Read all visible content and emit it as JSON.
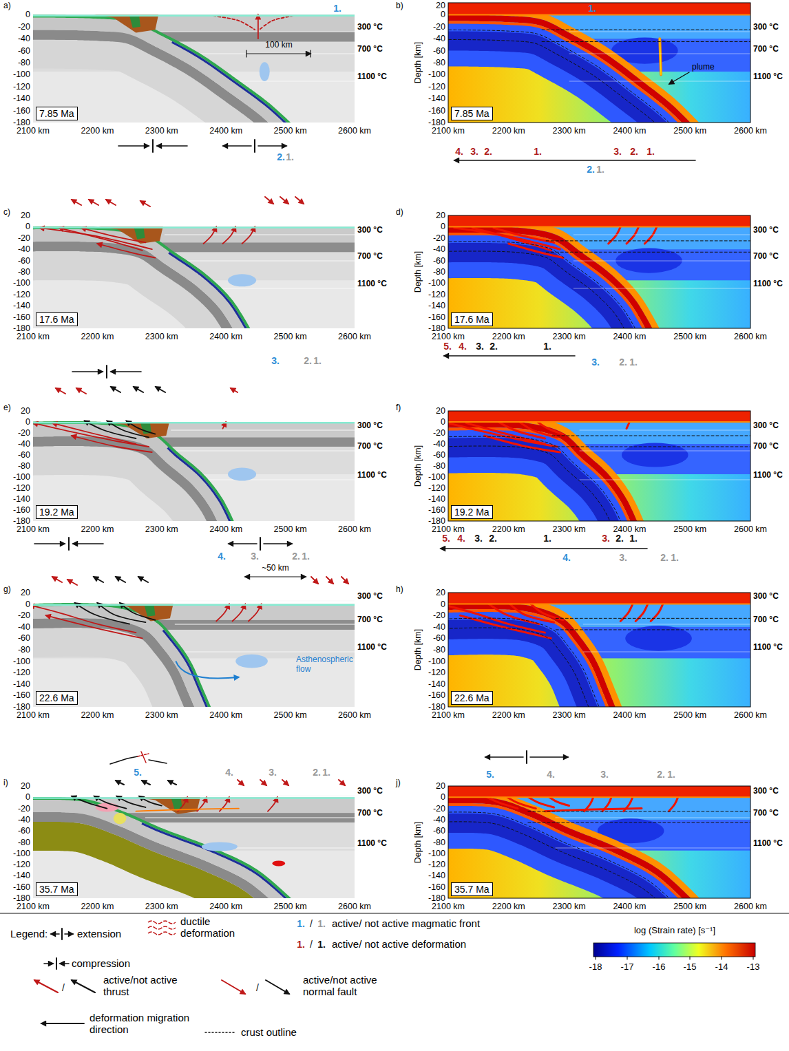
{
  "diagram": {
    "labels": [
      "a)",
      "0",
      "-20",
      "-40",
      "-60",
      "-80",
      "-100",
      "-120",
      "-140",
      "-160",
      "-180",
      "2100 km",
      "2200 km",
      "2300 km",
      "2400 km",
      "2500 km",
      "2600 km",
      "300 °C",
      "700 °C",
      "1100 °C",
      "7.85 Ma",
      "1.",
      "100 km",
      "b)",
      "20",
      "0",
      "-20",
      "-40",
      "-60",
      "-80",
      "-100",
      "-120",
      "-140",
      "-160",
      "-180",
      "Depth [km]",
      "2100 km",
      "2200 km",
      "2300 km",
      "2400 km",
      "2500 km",
      "2600 km",
      "300 °C",
      "700 °C",
      "1100 °C",
      "7.85 Ma",
      "1.",
      "plume",
      "c)",
      "20",
      "0",
      "-20",
      "-40",
      "-60",
      "-80",
      "-100",
      "-120",
      "-140",
      "-160",
      "-180",
      "2100 km",
      "2200 km",
      "2300 km",
      "2400 km",
      "2500 km",
      "2600 km",
      "300 °C",
      "700 °C",
      "1100 °C",
      "17.6 Ma",
      "d)",
      "20",
      "0",
      "-20",
      "-40",
      "-60",
      "-80",
      "-100",
      "-120",
      "-140",
      "-160",
      "-180",
      "Depth [km]",
      "2100 km",
      "2200 km",
      "2300 km",
      "2400 km",
      "2500 km",
      "2600 km",
      "300 °C",
      "700 °C",
      "1100 °C",
      "17.6 Ma",
      "e)",
      "20",
      "0",
      "-20",
      "-40",
      "-60",
      "-80",
      "-100",
      "-120",
      "-140",
      "-160",
      "-180",
      "2100 km",
      "2200 km",
      "2300 km",
      "2400 km",
      "2500 km",
      "2600 km",
      "300 °C",
      "700 °C",
      "1100 °C",
      "19.2 Ma",
      "f)",
      "20",
      "0",
      "-20",
      "-40",
      "-60",
      "-80",
      "-100",
      "-120",
      "-140",
      "-160",
      "-180",
      "Depth [km]",
      "2100 km",
      "2200 km",
      "2300 km",
      "2400 km",
      "2500 km",
      "2600 km",
      "300 °C",
      "700 °C",
      "1100 °C",
      "19.2 Ma",
      "g)",
      "20",
      "0",
      "-20",
      "-40",
      "-60",
      "-80",
      "-100",
      "-120",
      "-140",
      "-160",
      "-180",
      "2100 km",
      "2200 km",
      "2300 km",
      "2400 km",
      "2500 km",
      "2600 km",
      "300 °C",
      "700 °C",
      "1100 °C",
      "22.6 Ma",
      "~50 km",
      "Asthenospheric flow",
      "h)",
      "20",
      "0",
      "-20",
      "-40",
      "-60",
      "-80",
      "-100",
      "-120",
      "-140",
      "-160",
      "-180",
      "Depth [km]",
      "2100 km",
      "2200 km",
      "2300 km",
      "2400 km",
      "2500 km",
      "2600 km",
      "300 °C",
      "700 °C",
      "1100 °C",
      "22.6 Ma",
      "i)",
      "20",
      "0",
      "-20",
      "-40",
      "-60",
      "-80",
      "-100",
      "-120",
      "-140",
      "-160",
      "-180",
      "2100 km",
      "2200 km",
      "2300 km",
      "2400 km",
      "2500 km",
      "2600 km",
      "300 °C",
      "700 °C",
      "1100 °C",
      "35.7 Ma",
      "j)",
      "20",
      "0",
      "-20",
      "-40",
      "-60",
      "-80",
      "-100",
      "-120",
      "-140",
      "-160",
      "-180",
      "Depth [km]",
      "2100 km",
      "2200 km",
      "2300 km",
      "2400 km",
      "2500 km",
      "2600 km",
      "300 °C",
      "700 °C",
      "1100 °C",
      "35.7 Ma",
      "2.",
      "1.",
      "4.",
      "3.",
      "2.",
      "1.",
      "3.",
      "2.",
      "1.",
      "2.",
      "1.",
      "5.",
      "4.",
      "3.",
      "2.",
      "1.",
      "3.",
      "2.",
      "1.",
      "3.",
      "2.",
      "1.",
      "5.",
      "4.",
      "3.",
      "2.",
      "1.",
      "3.",
      "2.",
      "1.",
      "4.",
      "3.",
      "2.",
      "1.",
      "4.",
      "3.",
      "2.",
      "1.",
      "5.",
      "4.",
      "3.",
      "2.",
      "1.",
      "5.",
      "4.",
      "3.",
      "2.",
      "1.",
      "Legend:",
      "1.",
      "/",
      "1.",
      "1.",
      "/",
      "1.",
      "/",
      "/",
      "log (Strain rate) [s⁻¹]",
      "-18",
      "-17",
      "-16",
      "-15",
      "-14",
      "-13"
    ],
    "legend": [
      {
        "text": "extension"
      },
      {
        "text": "ductile deformation"
      },
      {
        "text": "active/ not active magmatic front"
      },
      {
        "text": "active/ not active deformation"
      },
      {
        "text": "compression"
      },
      {
        "text": "active/not active thrust"
      },
      {
        "text": "active/not active normal fault"
      },
      {
        "text": "deformation migration direction"
      },
      {
        "text": "crust outline"
      }
    ]
  }
}
